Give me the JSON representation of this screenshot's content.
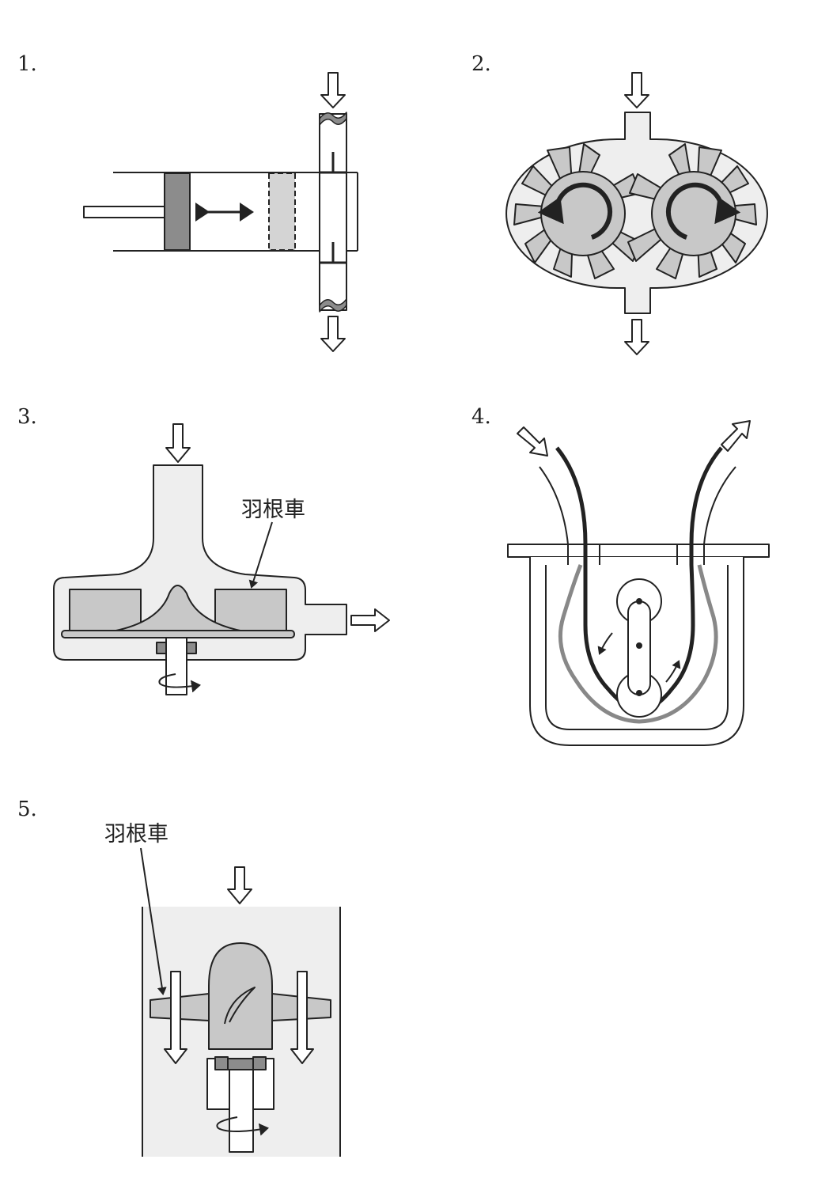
{
  "panels": [
    {
      "number": "1.",
      "type": "reciprocating-piston-pump"
    },
    {
      "number": "2.",
      "type": "gear-pump"
    },
    {
      "number": "3.",
      "type": "centrifugal-pump",
      "label": "羽根車"
    },
    {
      "number": "4.",
      "type": "peristaltic-tube-pump"
    },
    {
      "number": "5.",
      "type": "axial-flow-pump",
      "label": "羽根車"
    }
  ],
  "colors": {
    "line": "#222222",
    "body_fill": "#eeeeee",
    "part_fill": "#c8c8c8",
    "dark_fill": "#8c8c8c",
    "tube_gray": "#888888"
  }
}
